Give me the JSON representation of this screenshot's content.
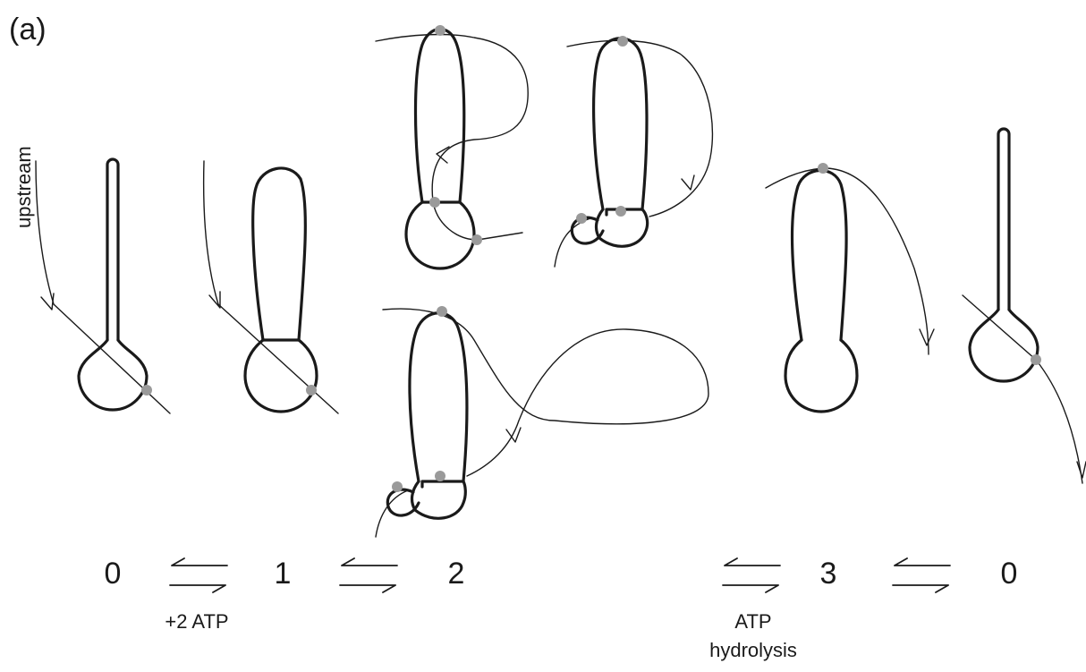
{
  "panel_label": "(a)",
  "side_label": "upstream",
  "states": {
    "s0_left": "0",
    "s1": "1",
    "s2": "2",
    "s3": "3",
    "s0_right": "0"
  },
  "annotations": {
    "atp_binding": "+2 ATP",
    "atp_line1": "ATP",
    "atp_line2": "hydrolysis"
  },
  "colors": {
    "stroke": "#1a1a1a",
    "contact_point": "#9a9a9a"
  }
}
